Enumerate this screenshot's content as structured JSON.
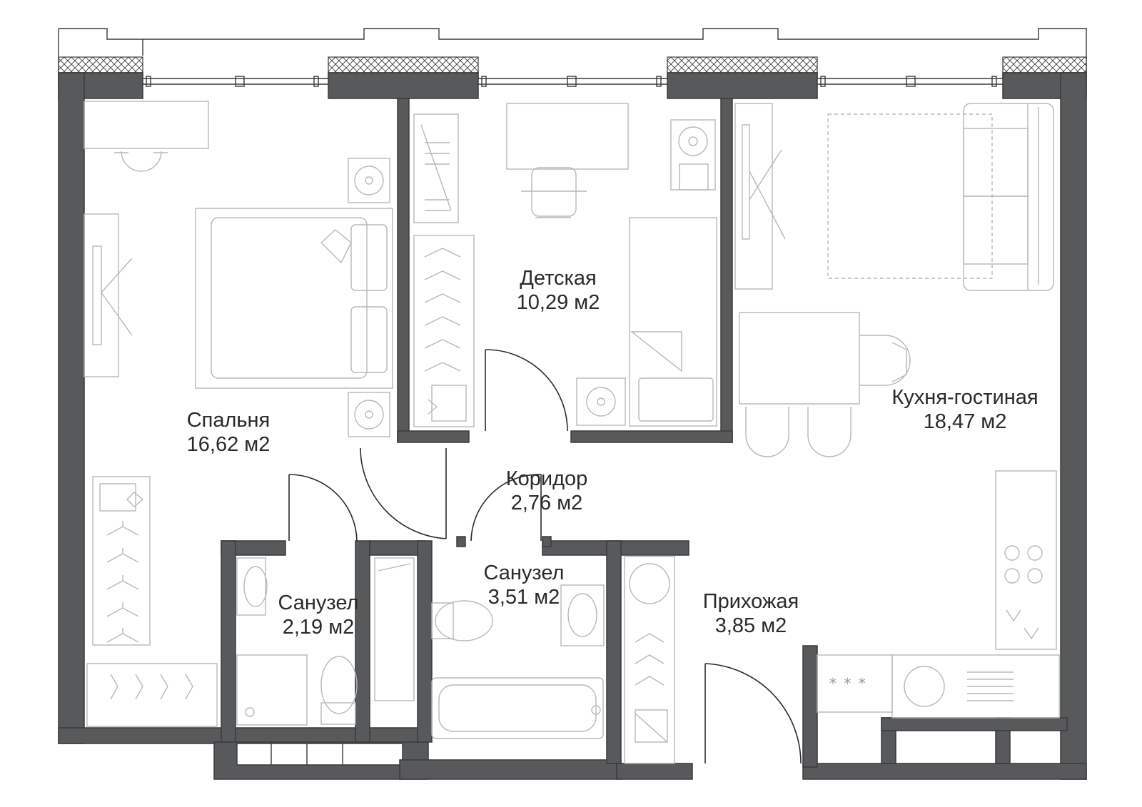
{
  "rooms": {
    "bedroom": {
      "name": "Спальня",
      "area": "16,62 м2"
    },
    "kids": {
      "name": "Детская",
      "area": "10,29 м2"
    },
    "kitchen": {
      "name": "Кухня-гостиная",
      "area": "18,47 м2"
    },
    "corridor": {
      "name": "Коридор",
      "area": "2,76 м2"
    },
    "bath1": {
      "name": "Санузел",
      "area": "2,19 м2"
    },
    "bath2": {
      "name": "Санузел",
      "area": "3,51 м2"
    },
    "hall": {
      "name": "Прихожая",
      "area": "3,85 м2"
    }
  },
  "stove_marks": "* * *",
  "colors": {
    "wall": "#58595b",
    "line": "#3a3a3c",
    "furniture": "#b7b8ba",
    "text": "#2a2a2a"
  }
}
